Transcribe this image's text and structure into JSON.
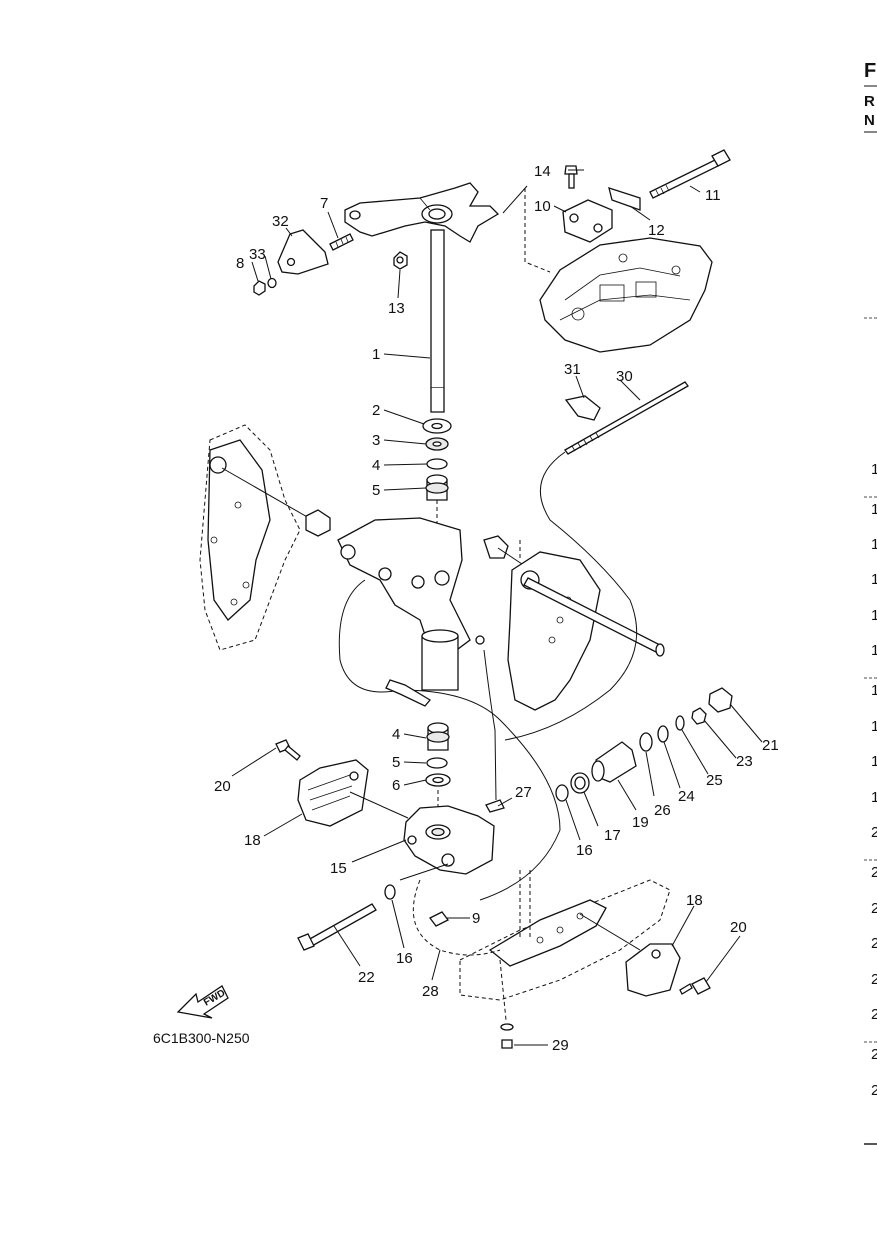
{
  "diagram_code": "6C1B300-N250",
  "fwd_label": "FWD",
  "callouts": [
    "1",
    "2",
    "3",
    "4",
    "5",
    "4",
    "5",
    "6",
    "7",
    "8",
    "9",
    "10",
    "11",
    "12",
    "13",
    "14",
    "15",
    "16",
    "16",
    "17",
    "18",
    "18",
    "19",
    "20",
    "20",
    "21",
    "22",
    "23",
    "24",
    "25",
    "26",
    "27",
    "28",
    "29",
    "30",
    "31",
    "32",
    "33"
  ],
  "right_edge": {
    "header": [
      "F",
      "R",
      "N"
    ],
    "numbers": [
      "1",
      "1",
      "1",
      "1",
      "1",
      "1",
      "1",
      "1",
      "1",
      "1",
      "2",
      "2",
      "2",
      "2",
      "2",
      "2",
      "2",
      "2"
    ]
  }
}
